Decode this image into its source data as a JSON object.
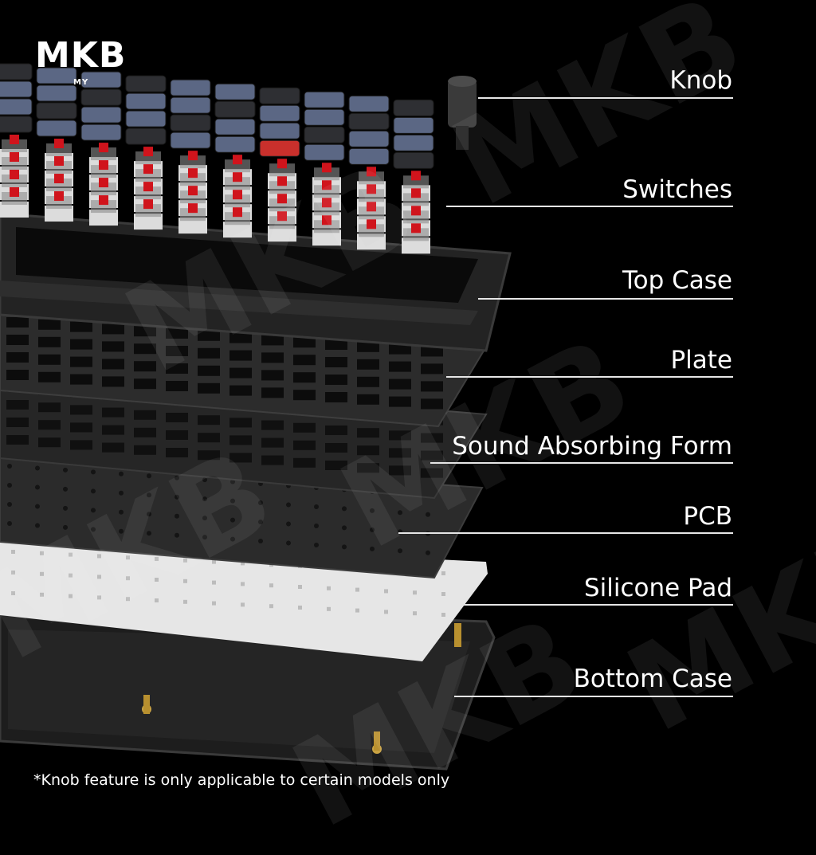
{
  "brand": {
    "logo": "MKB",
    "logo_sub": "MY"
  },
  "watermark": "MKB",
  "layers": [
    {
      "label": "Knob"
    },
    {
      "label": "Switches"
    },
    {
      "label": "Top Case"
    },
    {
      "label": "Plate"
    },
    {
      "label": "Sound Absorbing Form"
    },
    {
      "label": "PCB"
    },
    {
      "label": "Silicone Pad"
    },
    {
      "label": "Bottom Case"
    }
  ],
  "footnote": "*Knob feature is only applicable to certain models only",
  "colors": {
    "background": "#000000",
    "keycap_blue": "#5b6784",
    "keycap_dark": "#2e2f33",
    "switch_red": "#d0141c",
    "accent_key": "#c9302c",
    "case": "#2a2a2a",
    "silicone": "#e9e9e9"
  }
}
